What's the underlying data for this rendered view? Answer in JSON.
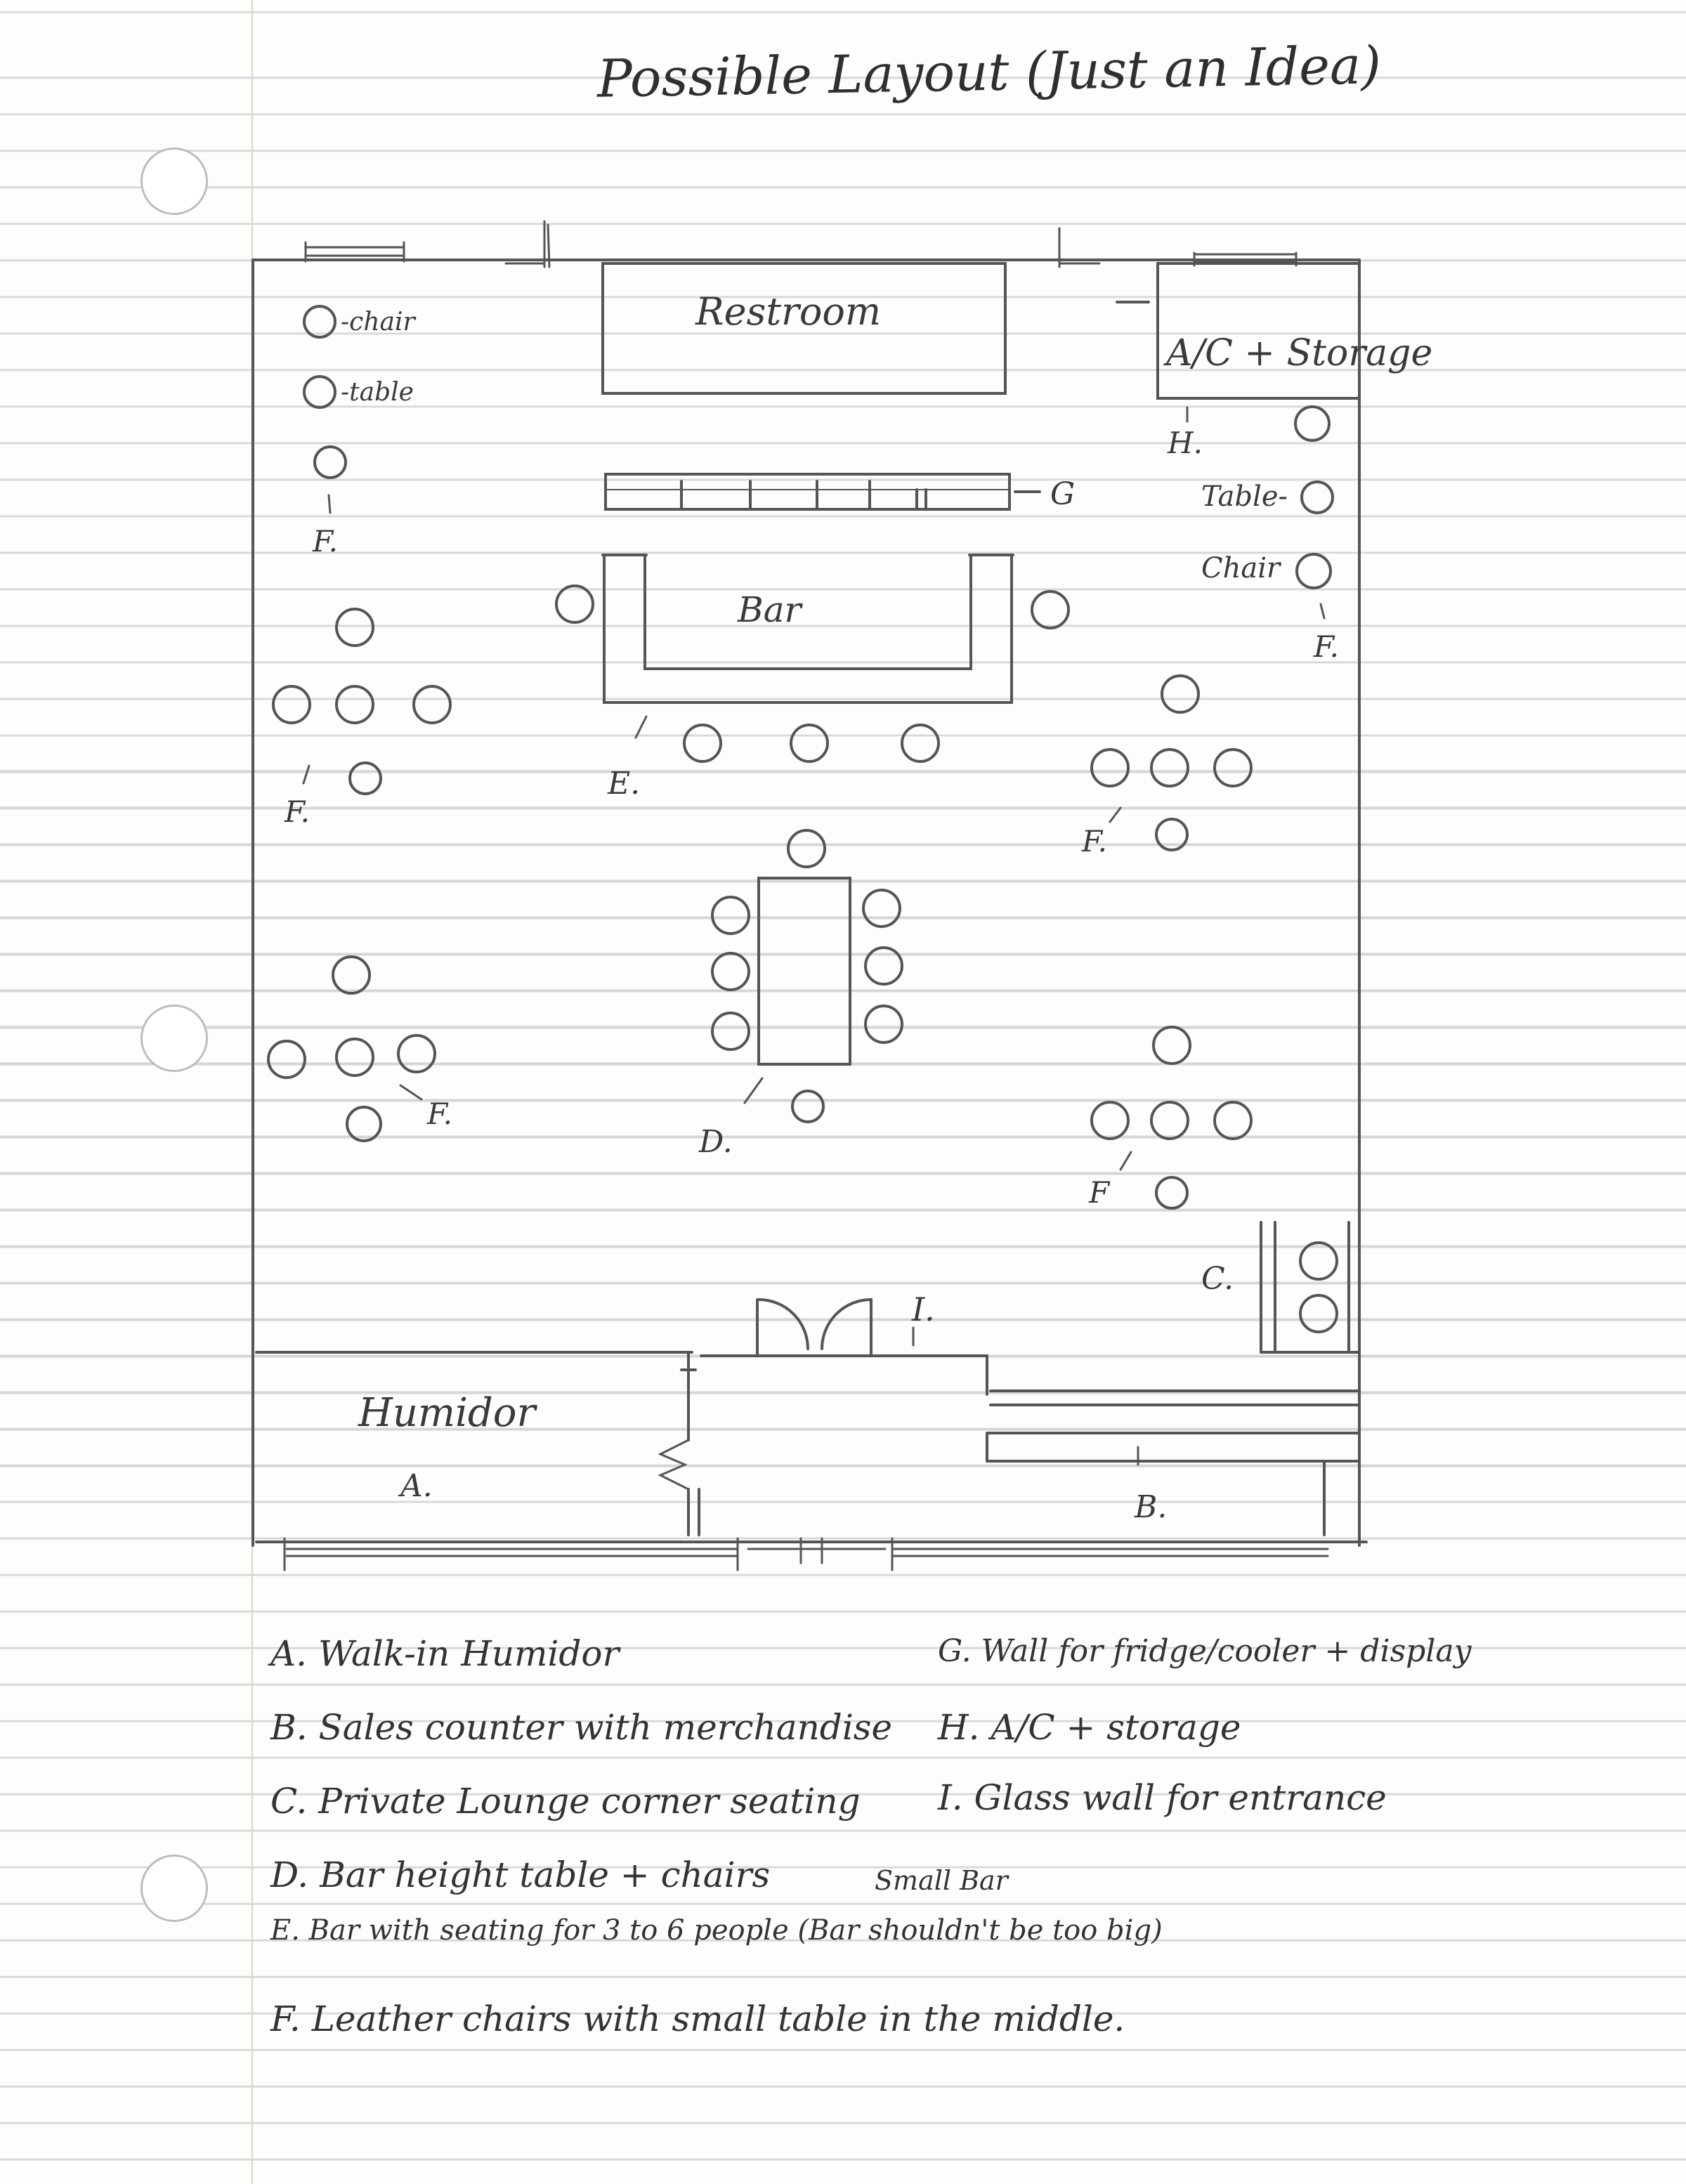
{
  "title": "Possible Layout (Just an Idea)",
  "rooms": {
    "restroom": "Restroom",
    "ac_storage": "A/C + Storage",
    "bar": "Bar",
    "humidor": "Humidor"
  },
  "legend_key": {
    "chair": "-chair",
    "table": "-table",
    "table_right": "Table-",
    "chair_right": "Chair"
  },
  "markers": {
    "A": "A.",
    "B": "B.",
    "C": "C.",
    "D": "D.",
    "E": "E.",
    "F": "F.",
    "F_plain": "F",
    "G": "G",
    "H": "H.",
    "I": "I."
  },
  "legend": {
    "A": "A. Walk-in Humidor",
    "B": "B. Sales counter with merchandise",
    "C": "C. Private Lounge corner seating",
    "D": "D. Bar height table + chairs",
    "E": "E. Bar with seating for 3 to 6 people (Bar shouldn't be too big)",
    "small_bar": "Small Bar",
    "F": "F. Leather chairs with small table in the middle.",
    "G": "G. Wall for fridge/cooler + display",
    "H": "H. A/C + storage",
    "I": "I. Glass wall for entrance"
  }
}
